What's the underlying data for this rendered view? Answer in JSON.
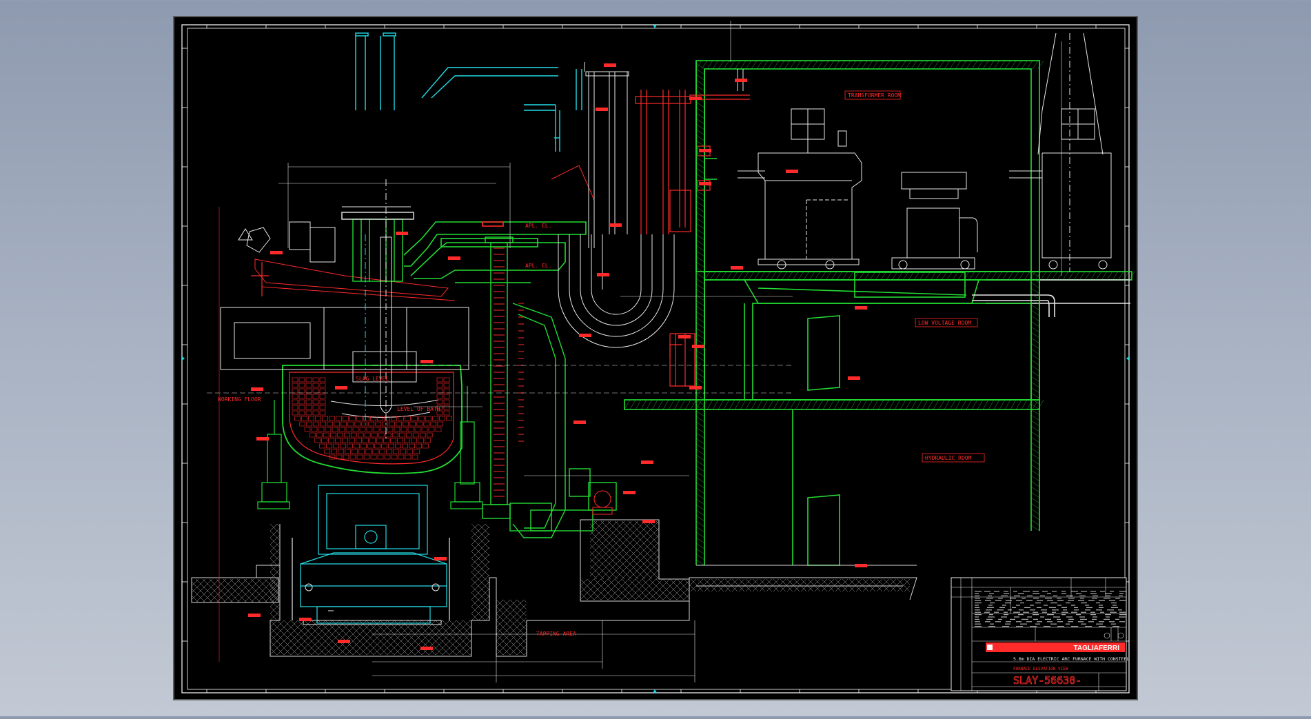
{
  "colors": {
    "background": "#000000",
    "frame": "#ffffff",
    "green": "#22dd33",
    "red": "#ff2a2a",
    "cyan": "#22dde6",
    "yellow": "#e8e84a",
    "white": "#e8e8e8"
  },
  "rooms": {
    "transformer": "TRANSFORMER ROOM",
    "low_voltage": "LOW VOLTAGE ROOM",
    "hydraulic": "HYDRAULIC ROOM"
  },
  "labels": {
    "slag_level": "SLAG LEVEL",
    "level_of_bath": "LEVEL OF BATH",
    "working_floor": "WORKING FLOOR",
    "tapping_area": "TAPPING AREA",
    "apl_el_1": "APL. EL.",
    "apl_el_2": "APL. EL."
  },
  "title_block": {
    "company": "TAGLIAFERRI",
    "project": "5.6m DIA ELECTRIC ARC FURNACE WITH CONSTEEL",
    "view": "FURNACE ELEVATION VIEW",
    "drawing_number": "SLAY-56630-"
  }
}
